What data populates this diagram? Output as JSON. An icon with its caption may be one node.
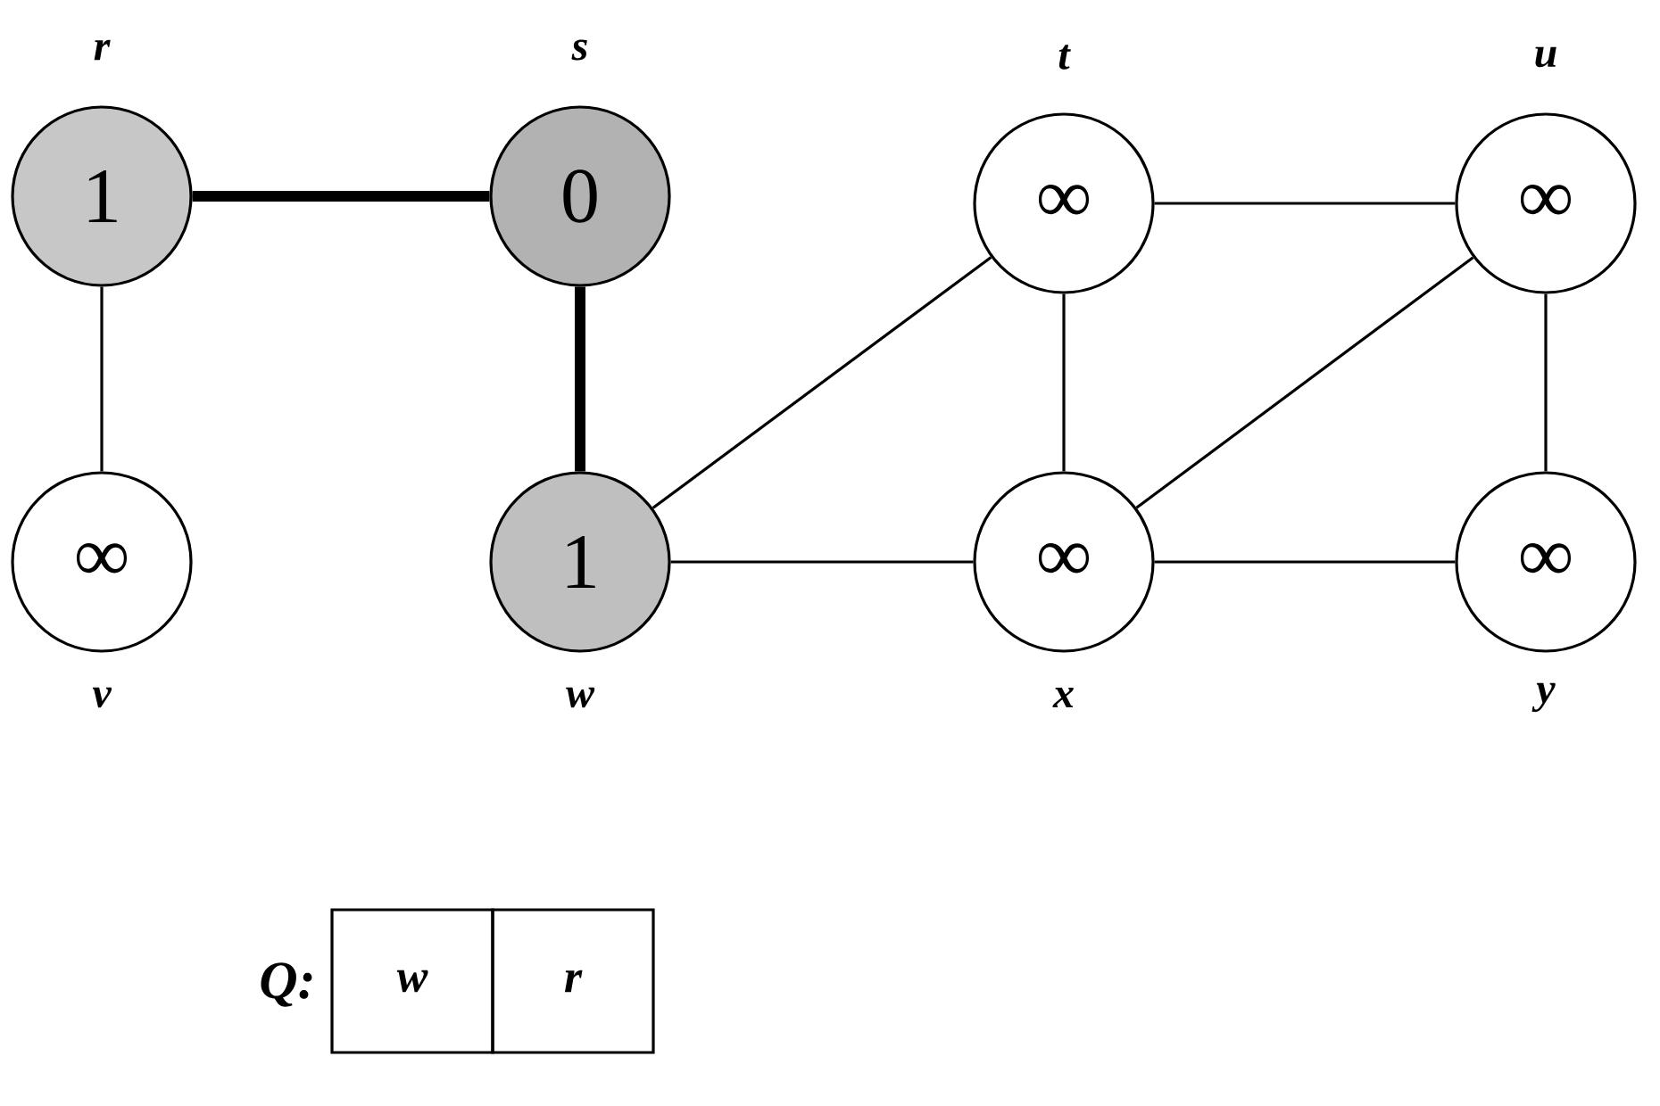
{
  "diagram": {
    "nodes": [
      {
        "text": [
          "1"
        ],
        "beside": [
          "r"
        ]
      },
      {
        "text": [
          "0"
        ],
        "beside": [
          "s"
        ]
      },
      {
        "text": [
          "∞"
        ],
        "beside": [
          "t"
        ]
      },
      {
        "text": [
          "∞"
        ],
        "beside": [
          "u"
        ]
      },
      {
        "text": [
          "∞"
        ],
        "beside": [
          "v"
        ]
      },
      {
        "text": [
          "1"
        ],
        "beside": [
          "w"
        ]
      },
      {
        "text": [
          "∞"
        ],
        "beside": [
          "x"
        ]
      },
      {
        "text": [
          "∞"
        ],
        "beside": [
          "y"
        ]
      }
    ],
    "edges": [
      {
        "from": 0,
        "to": 1,
        "arrow": "none",
        "style": "thick"
      },
      {
        "from": 1,
        "to": 5,
        "arrow": "none",
        "style": "thick"
      },
      {
        "from": 0,
        "to": 4,
        "arrow": "none"
      },
      {
        "from": 5,
        "to": 2,
        "arrow": "none"
      },
      {
        "from": 5,
        "to": 6,
        "arrow": "none"
      },
      {
        "from": 2,
        "to": 3,
        "arrow": "none"
      },
      {
        "from": 2,
        "to": 6,
        "arrow": "none"
      },
      {
        "from": 3,
        "to": 6,
        "arrow": "none"
      },
      {
        "from": 3,
        "to": 7,
        "arrow": "none"
      },
      {
        "from": 6,
        "to": 7,
        "arrow": "none"
      }
    ],
    "labels": [
      "Q:",
      "w",
      "r"
    ]
  }
}
